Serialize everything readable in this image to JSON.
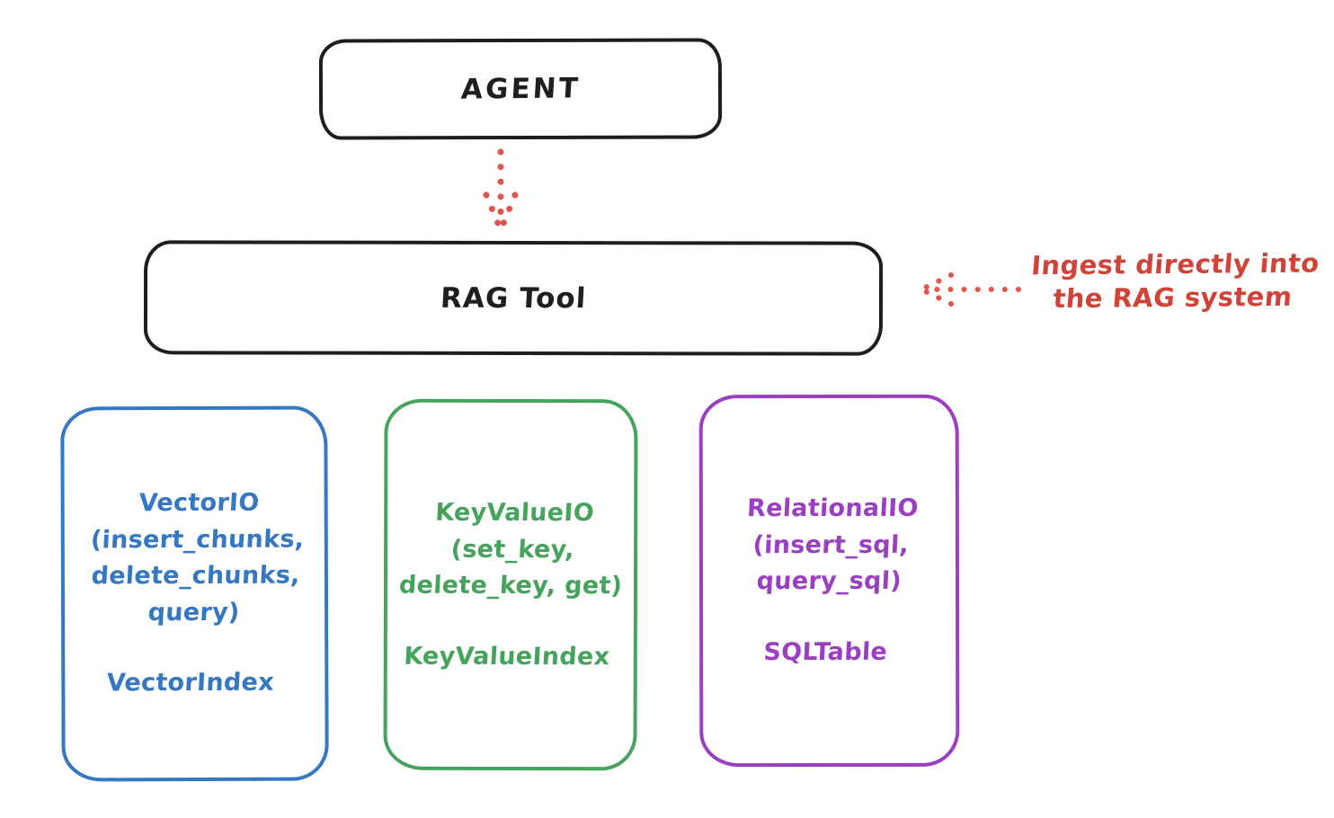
{
  "diagram": {
    "description": "Hand-drawn architecture diagram of an agent RAG tool with three storage backends"
  },
  "colors": {
    "ink": "#1e1e1e",
    "red_arrow": "#e0564d",
    "red_text": "#d04338",
    "blue": "#3577c1",
    "green": "#46a35c",
    "purple": "#9b3fc1"
  },
  "agent": {
    "label": "AGENT"
  },
  "rag_tool": {
    "label": "RAG Tool"
  },
  "annotation": {
    "line1": "Ingest directly into",
    "line2": "the RAG system"
  },
  "backends": [
    {
      "name": "VectorIO",
      "methods": [
        "(insert_chunks,",
        "delete_chunks,",
        "query)"
      ],
      "index": "VectorIndex",
      "color": "#3577c1"
    },
    {
      "name": "KeyValueIO",
      "methods": [
        "(set_key,",
        "delete_key, get)"
      ],
      "index": "KeyValueIndex",
      "color": "#46a35c"
    },
    {
      "name": "RelationalIO",
      "methods": [
        "(insert_sql,",
        "query_sql)"
      ],
      "index": "SQLTable",
      "color": "#9b3fc1"
    }
  ]
}
